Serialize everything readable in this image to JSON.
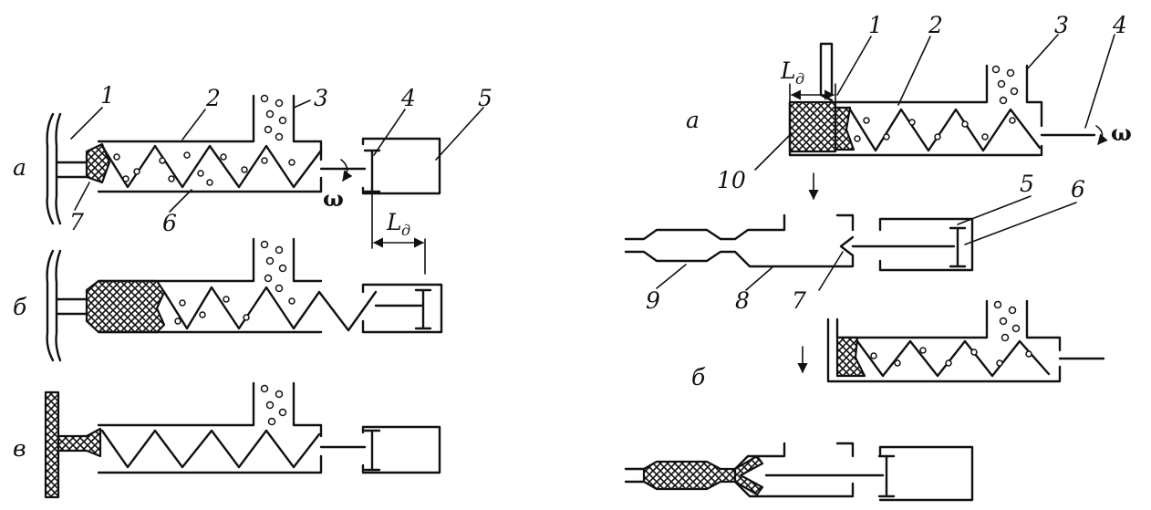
{
  "left": {
    "rows": [
      "а",
      "б",
      "в"
    ],
    "callouts": [
      "1",
      "2",
      "3",
      "4",
      "5",
      "6",
      "7"
    ],
    "omega": "ω",
    "dim_symbol": "L",
    "dim_sub": "д"
  },
  "right": {
    "rows": [
      "а",
      "б"
    ],
    "callouts": [
      "1",
      "2",
      "3",
      "4",
      "5",
      "6",
      "7",
      "8",
      "9",
      "10"
    ],
    "omega": "ω",
    "dim_symbol": "L",
    "dim_sub": "д"
  }
}
